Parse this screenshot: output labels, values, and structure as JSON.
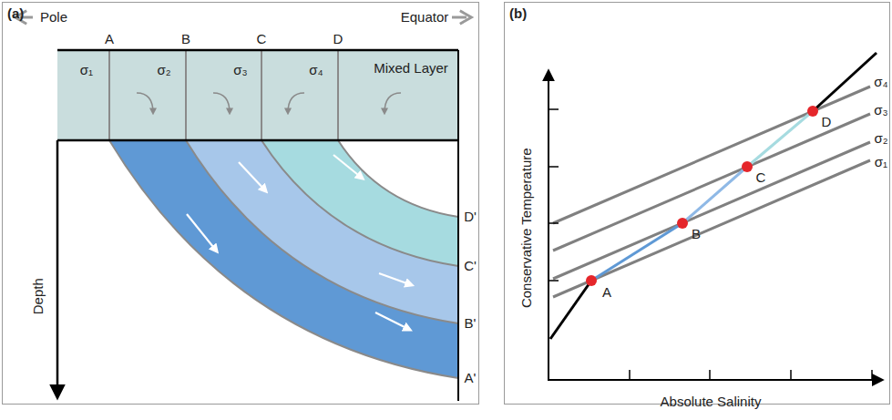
{
  "diagram": {
    "nodes": [
      {
        "text": [
          "(a)"
        ]
      },
      {
        "text": [
          "(b)"
        ]
      }
    ],
    "labels": [
      "Pole",
      "Equator",
      "A",
      "B",
      "C",
      "D",
      "σ₁",
      "σ₂",
      "σ₃",
      "σ₄",
      "Mixed Layer",
      "Depth",
      "D'",
      "C'",
      "B'",
      "A'",
      "Conservative Temperature",
      "Absolute Salinity",
      "A",
      "B",
      "C",
      "D",
      "σ₄",
      "σ₃",
      "σ₂",
      "σ₁"
    ]
  }
}
